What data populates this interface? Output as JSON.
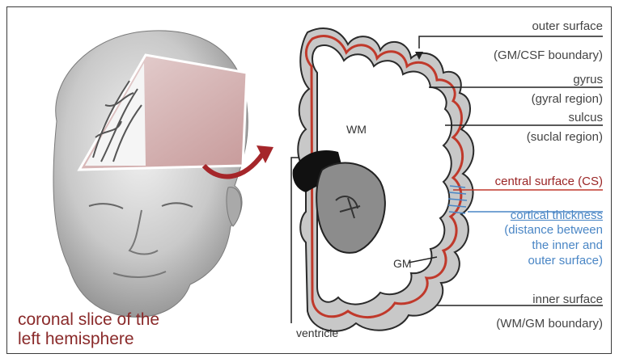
{
  "caption": {
    "line1": "coronal slice of the",
    "line2": "left hemisphere"
  },
  "labels": {
    "outer_surface": "outer surface",
    "outer_surface_sub": "(GM/CSF boundary)",
    "gyrus": "gyrus",
    "gyrus_sub": "(gyral region)",
    "sulcus": "sulcus",
    "sulcus_sub": "(suclal region)",
    "central_surface": "central surface (CS)",
    "cortical_thickness": "cortical thickness",
    "thickness_sub1": "(distance between",
    "thickness_sub2": "the inner and",
    "thickness_sub3": "outer surface)",
    "inner_surface": "inner surface",
    "inner_surface_sub": "(WM/GM boundary)",
    "wm": "WM",
    "gm": "GM",
    "ventricle": "ventricle"
  },
  "colors": {
    "gray_matter": "#c8c8c8",
    "central_surface": "#c0392b",
    "outline": "#2a2a2a",
    "thickness": "#4a86c5",
    "caption": "#8a2a2a",
    "arrow": "#a5262a"
  }
}
